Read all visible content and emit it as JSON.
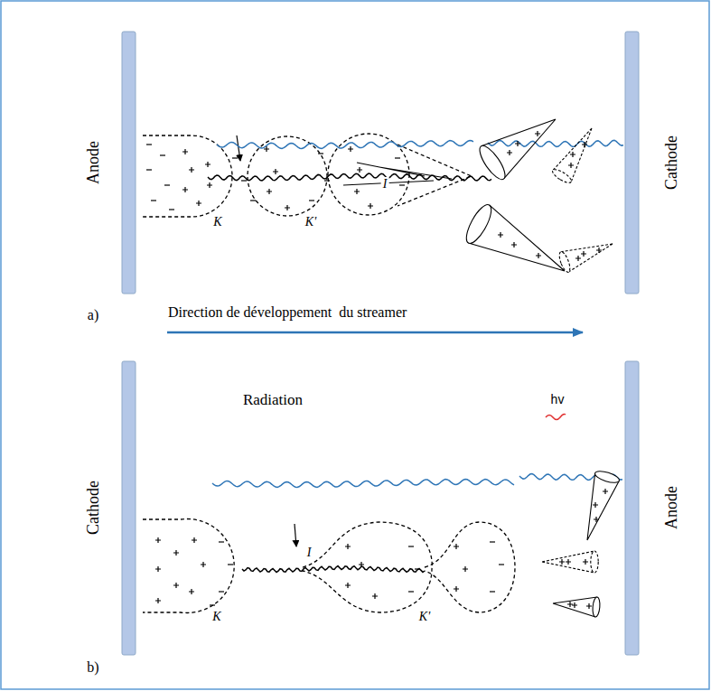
{
  "diagram": {
    "labels": [
      "Anode",
      "Cathode",
      "K",
      "K'",
      "I",
      "a)",
      "Direction de développement  du streamer",
      "Cathode",
      "Anode",
      "Radiation",
      "hv",
      "K",
      "K'",
      "I",
      "b)"
    ]
  }
}
